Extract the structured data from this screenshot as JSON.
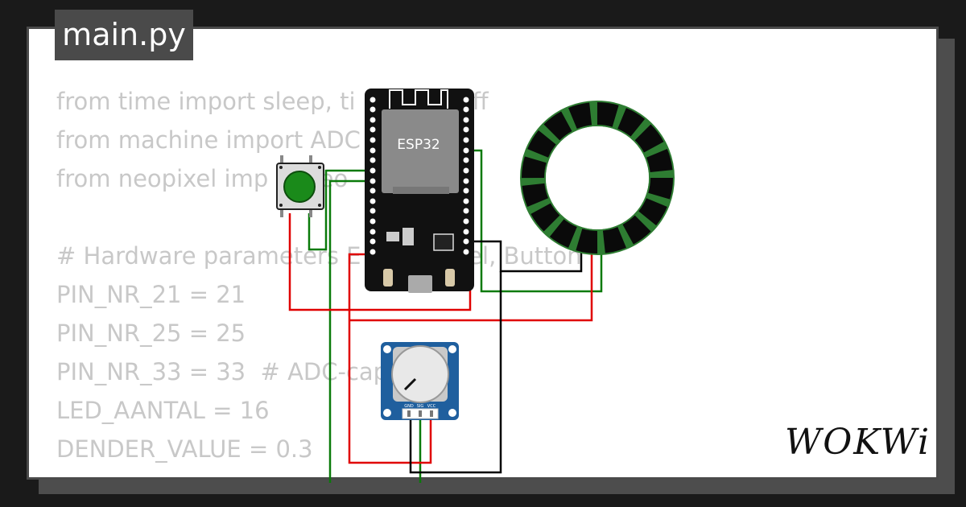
{
  "tab": {
    "title": "main.py"
  },
  "code_lines": [
    "from time import sleep, ti    ticks_diff",
    "from machine import ADC",
    "from neopixel imp      leo",
    "",
    "# Hardware parameters E        oPixel, Button",
    "PIN_NR_21 = 21",
    "PIN_NR_25 = 25",
    "PIN_NR_33 = 33  # ADC-cap",
    "LED_AANTAL = 16",
    "DENDER_VALUE = 0.3"
  ],
  "components": {
    "esp32_label": "ESP32",
    "pot_pins": [
      "GND",
      "SIG",
      "VCC"
    ]
  },
  "neopixel": {
    "led_count": 16
  },
  "brand": {
    "logo": "WOKWi"
  },
  "colors": {
    "wire_red": "#e00000",
    "wire_green": "#0a7a0a",
    "wire_black": "#000000",
    "button_green": "#1a8a1a",
    "pot_blue": "#1f5f9e"
  }
}
